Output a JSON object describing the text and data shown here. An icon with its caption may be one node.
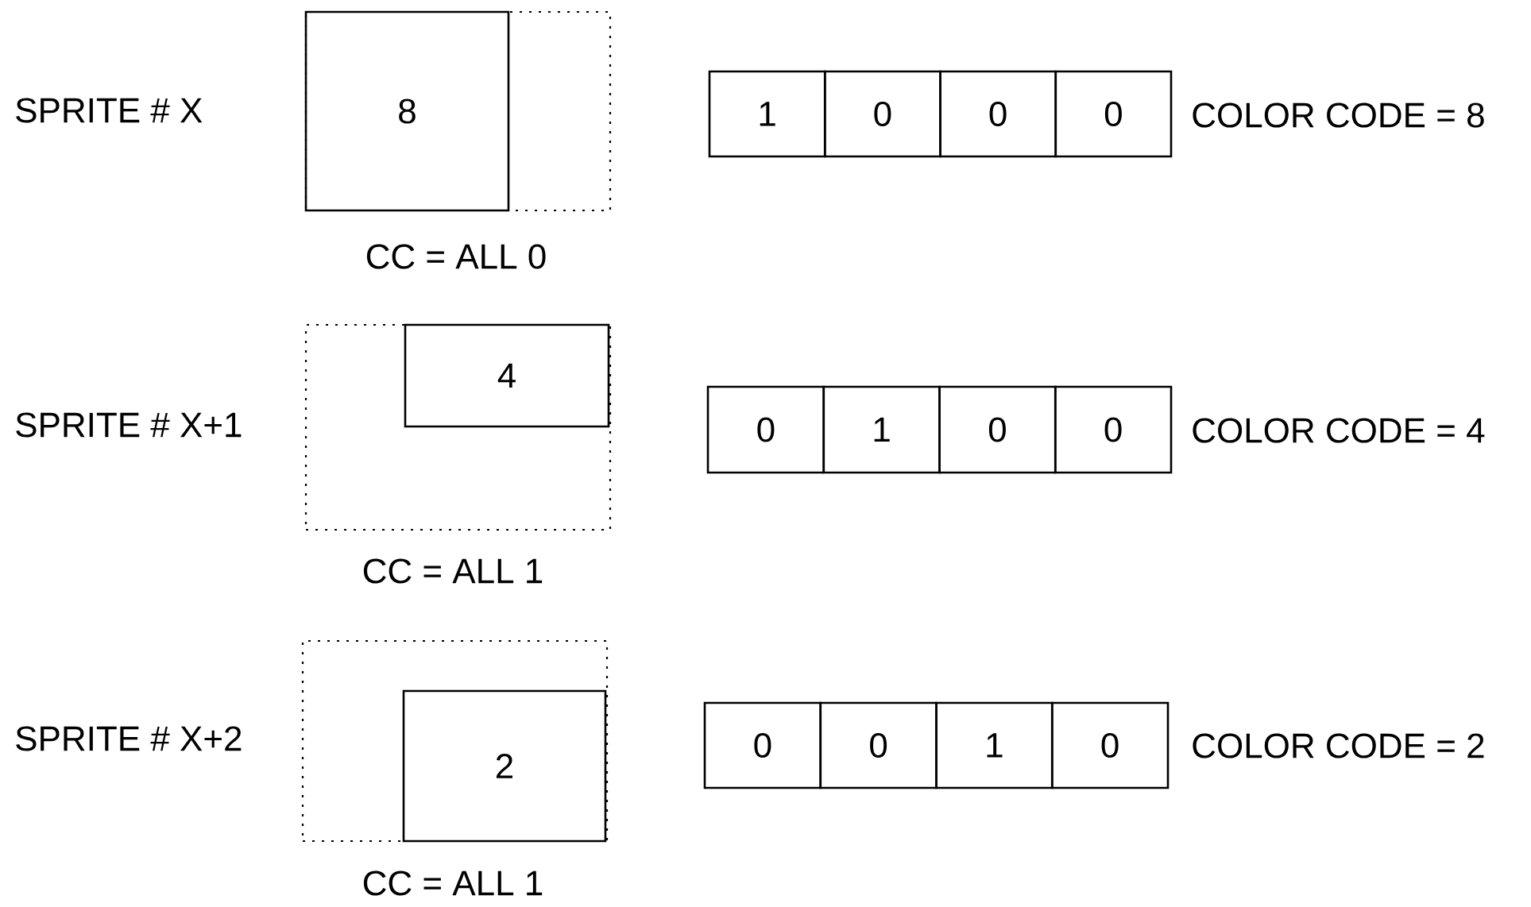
{
  "diagram": {
    "nodes": [
      {
        "text": [],
        "shape": "box",
        "beside": [
          "SPRITE # X",
          "CC = ALL 0"
        ]
      },
      {
        "text": [
          "8"
        ],
        "in": 0
      },
      {
        "text": [
          "1"
        ]
      },
      {
        "text": [
          "0"
        ]
      },
      {
        "text": [
          "0"
        ]
      },
      {
        "text": [
          "0"
        ]
      },
      {
        "text": [],
        "shape": "box",
        "beside": [
          "SPRITE # X+1",
          "CC = ALL 1"
        ]
      },
      {
        "text": [
          "4"
        ],
        "in": 6
      },
      {
        "text": [
          "0"
        ]
      },
      {
        "text": [
          "1"
        ]
      },
      {
        "text": [
          "0"
        ]
      },
      {
        "text": [
          "0"
        ]
      },
      {
        "text": [],
        "shape": "box",
        "beside": [
          "SPRITE # X+2",
          "CC = ALL 1"
        ]
      },
      {
        "text": [
          "2"
        ],
        "in": 12
      },
      {
        "text": [
          "0"
        ]
      },
      {
        "text": [
          "0"
        ]
      },
      {
        "text": [
          "1"
        ]
      },
      {
        "text": [
          "0"
        ]
      }
    ],
    "labels": [
      "COLOR CODE = 8",
      "COLOR CODE = 4",
      "COLOR CODE = 2"
    ]
  }
}
